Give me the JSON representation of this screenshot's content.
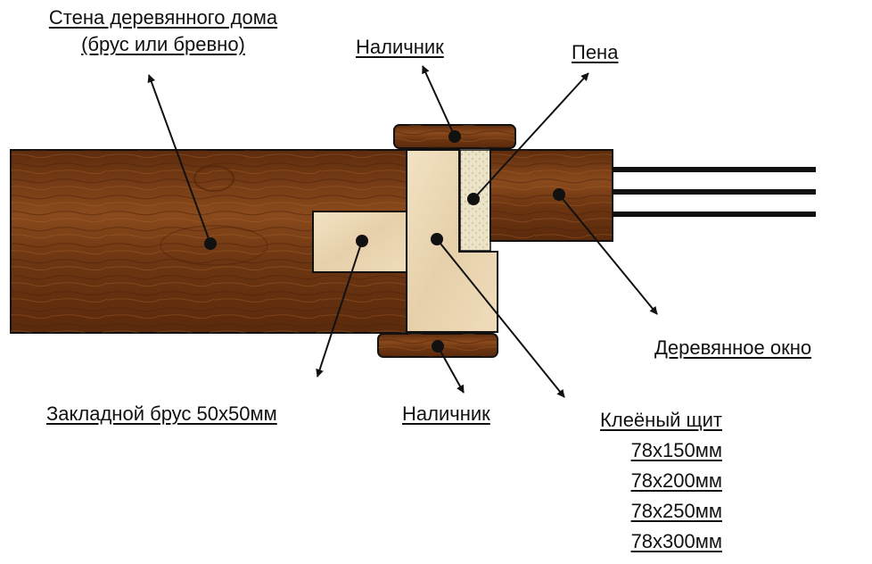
{
  "labels": {
    "wall": [
      "Стена деревянного дома",
      "(брус или бревно)"
    ],
    "nalichnik_top": "Наличник",
    "pena": "Пена",
    "window": "Деревянное окно",
    "zakladnoy": "Закладной брус 50х50мм",
    "nalichnik_bottom": "Наличник",
    "shchit_title": "Клеёный щит",
    "shchit_sizes": [
      "78х150мм",
      "78х200мм",
      "78х250мм",
      "78х300мм"
    ]
  },
  "colors": {
    "dark_wood": "#7b3f16",
    "dark_wood_light": "#a35a22",
    "light_wood": "#ecd9b8",
    "light_wood_shade": "#d9c29a",
    "foam": "#e9e2c6",
    "outline": "#111111",
    "arrow": "#111111"
  }
}
